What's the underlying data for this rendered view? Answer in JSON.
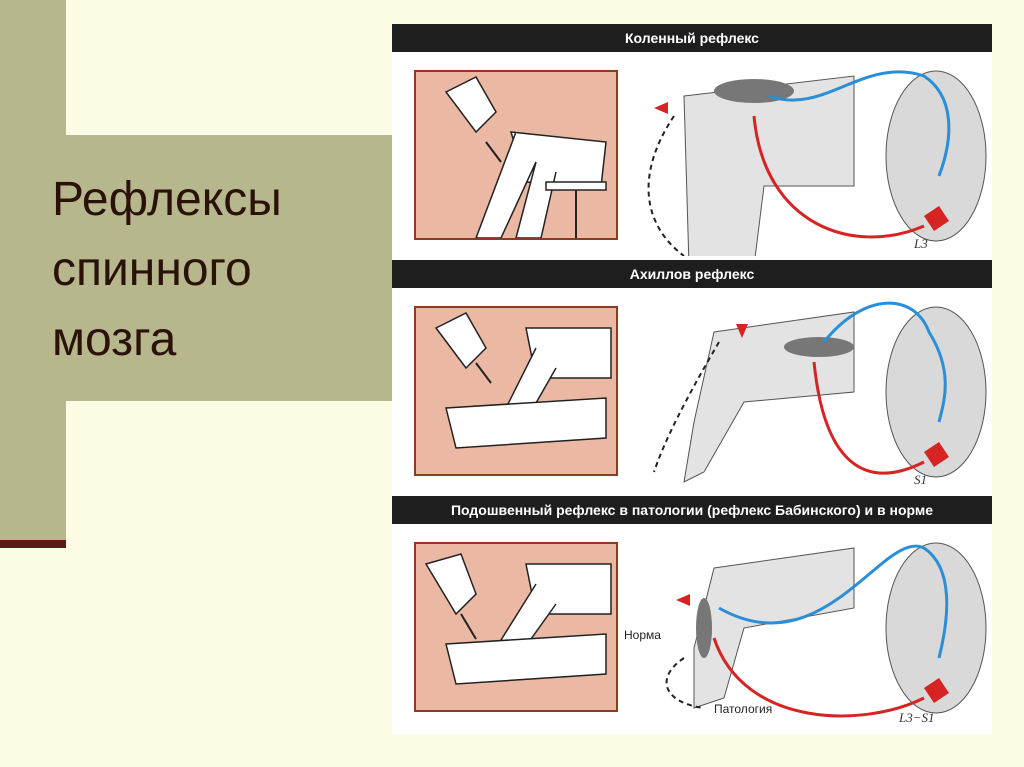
{
  "slide": {
    "title_lines": [
      "Рефлексы",
      "спинного",
      "мозга"
    ]
  },
  "colors": {
    "accent_olive": "#b7b78d",
    "accent_dark": "#5a1a14",
    "afferent_blue": "#2a8fd6",
    "efferent_red": "#d62424",
    "photo_skin": "#eab8a3"
  },
  "figure": {
    "panels": [
      {
        "header": "Коленный рефлекс",
        "segment": "L3"
      },
      {
        "header": "Ахиллов рефлекс",
        "segment": "S1"
      },
      {
        "header": "Подошвенный рефлекс в патологии (рефлекс Бабинского) и в норме",
        "segment": "L3−S1",
        "label_norm": "Норма",
        "label_pathology": "Патология"
      }
    ]
  }
}
